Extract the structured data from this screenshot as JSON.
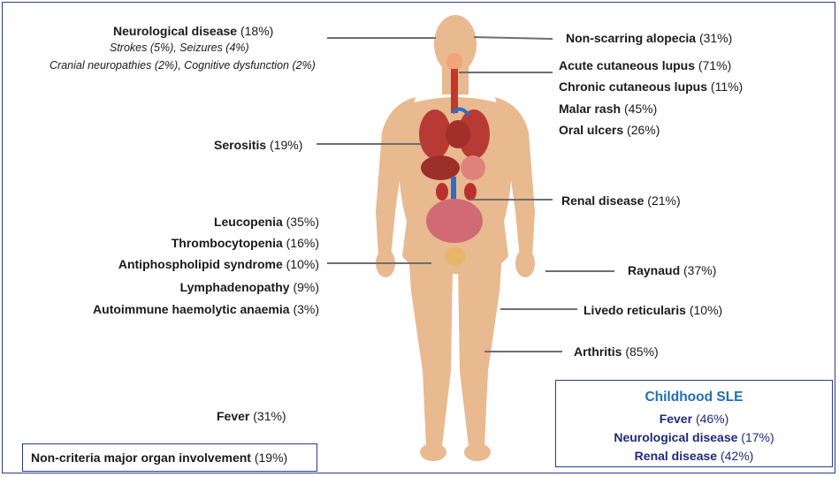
{
  "left_labels": {
    "neuro": {
      "name": "Neurological disease",
      "pct": "(18%)"
    },
    "neuro_sub1": "Strokes (5%), Seizures (4%)",
    "neuro_sub2": "Cranial neuropathies (2%), Cognitive dysfunction (2%)",
    "serositis": {
      "name": "Serositis",
      "pct": "(19%)"
    },
    "leucopenia": {
      "name": "Leucopenia",
      "pct": "(35%)"
    },
    "thrombo": {
      "name": "Thrombocytopenia",
      "pct": "(16%)"
    },
    "aps": {
      "name": "Antiphospholipid syndrome",
      "pct": "(10%)"
    },
    "lymph": {
      "name": "Lymphadenopathy",
      "pct": "(9%)"
    },
    "aiha": {
      "name": "Autoimmune haemolytic anaemia",
      "pct": "(3%)"
    },
    "fever": {
      "name": "Fever",
      "pct": "(31%)"
    }
  },
  "right_labels": {
    "alopecia": {
      "name": "Non-scarring alopecia",
      "pct": "(31%)"
    },
    "acute": {
      "name": "Acute cutaneous lupus",
      "pct": "(71%)"
    },
    "chronic": {
      "name": "Chronic cutaneous lupus",
      "pct": "(11%)"
    },
    "malar": {
      "name": "Malar rash",
      "pct": "(45%)"
    },
    "oral": {
      "name": "Oral ulcers",
      "pct": "(26%)"
    },
    "renal": {
      "name": "Renal disease",
      "pct": "(21%)"
    },
    "raynaud": {
      "name": "Raynaud",
      "pct": "(37%)"
    },
    "livedo": {
      "name": "Livedo reticularis",
      "pct": "(10%)"
    },
    "arthritis": {
      "name": "Arthritis",
      "pct": "(85%)"
    }
  },
  "noncriteria": {
    "name": "Non-criteria major organ involvement",
    "pct": "(19%)"
  },
  "childhood": {
    "title": "Childhood SLE",
    "items": [
      {
        "name": "Fever",
        "pct": "(46%)"
      },
      {
        "name": "Neurological disease",
        "pct": "(17%)"
      },
      {
        "name": "Renal disease",
        "pct": "(42%)"
      }
    ]
  },
  "colors": {
    "border": "#2b3a8f",
    "skin": "#e9b98f",
    "childhood_title": "#1f6fb8",
    "childhood_text": "#1d2a7a",
    "leader": "#6e6e6e"
  }
}
